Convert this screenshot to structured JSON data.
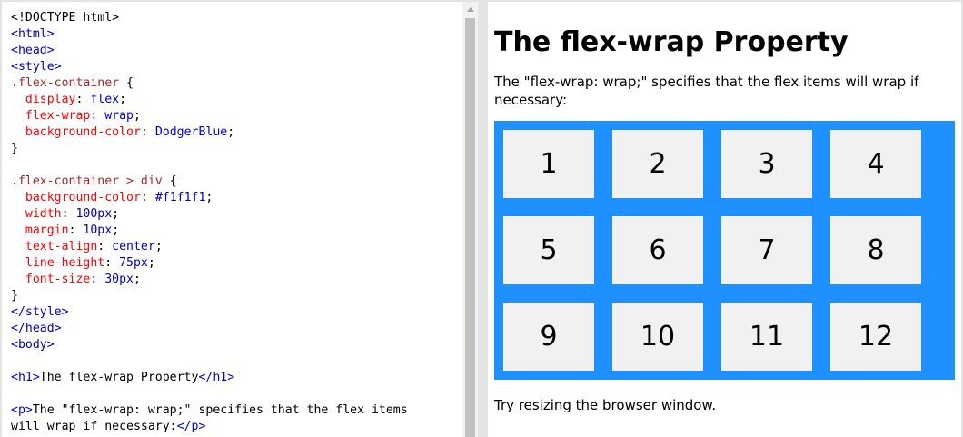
{
  "editor": {
    "colors": {
      "tag": "#0000cd",
      "selector": "#a52a2a",
      "property": "#ff0000",
      "value": "#0000cd",
      "plain": "#000000"
    },
    "lines": [
      [
        {
          "t": "<!DOCTYPE html>",
          "c": "plain"
        }
      ],
      [
        {
          "t": "<html>",
          "c": "tag"
        }
      ],
      [
        {
          "t": "<head>",
          "c": "tag"
        }
      ],
      [
        {
          "t": "<style>",
          "c": "tag"
        }
      ],
      [
        {
          "t": ".flex-container",
          "c": "selector"
        },
        {
          "t": " {",
          "c": "plain"
        }
      ],
      [
        {
          "t": "  display",
          "c": "property"
        },
        {
          "t": ": ",
          "c": "plain"
        },
        {
          "t": "flex",
          "c": "value"
        },
        {
          "t": ";",
          "c": "plain"
        }
      ],
      [
        {
          "t": "  flex-wrap",
          "c": "property"
        },
        {
          "t": ": ",
          "c": "plain"
        },
        {
          "t": "wrap",
          "c": "value"
        },
        {
          "t": ";",
          "c": "plain"
        }
      ],
      [
        {
          "t": "  background-color",
          "c": "property"
        },
        {
          "t": ": ",
          "c": "plain"
        },
        {
          "t": "DodgerBlue",
          "c": "value"
        },
        {
          "t": ";",
          "c": "plain"
        }
      ],
      [
        {
          "t": "}",
          "c": "plain"
        }
      ],
      [
        {
          "t": "",
          "c": "plain"
        }
      ],
      [
        {
          "t": ".flex-container > div",
          "c": "selector"
        },
        {
          "t": " {",
          "c": "plain"
        }
      ],
      [
        {
          "t": "  background-color",
          "c": "property"
        },
        {
          "t": ": ",
          "c": "plain"
        },
        {
          "t": "#f1f1f1",
          "c": "value"
        },
        {
          "t": ";",
          "c": "plain"
        }
      ],
      [
        {
          "t": "  width",
          "c": "property"
        },
        {
          "t": ": ",
          "c": "plain"
        },
        {
          "t": "100px",
          "c": "value"
        },
        {
          "t": ";",
          "c": "plain"
        }
      ],
      [
        {
          "t": "  margin",
          "c": "property"
        },
        {
          "t": ": ",
          "c": "plain"
        },
        {
          "t": "10px",
          "c": "value"
        },
        {
          "t": ";",
          "c": "plain"
        }
      ],
      [
        {
          "t": "  text-align",
          "c": "property"
        },
        {
          "t": ": ",
          "c": "plain"
        },
        {
          "t": "center",
          "c": "value"
        },
        {
          "t": ";",
          "c": "plain"
        }
      ],
      [
        {
          "t": "  line-height",
          "c": "property"
        },
        {
          "t": ": ",
          "c": "plain"
        },
        {
          "t": "75px",
          "c": "value"
        },
        {
          "t": ";",
          "c": "plain"
        }
      ],
      [
        {
          "t": "  font-size",
          "c": "property"
        },
        {
          "t": ": ",
          "c": "plain"
        },
        {
          "t": "30px",
          "c": "value"
        },
        {
          "t": ";",
          "c": "plain"
        }
      ],
      [
        {
          "t": "}",
          "c": "plain"
        }
      ],
      [
        {
          "t": "</style>",
          "c": "tag"
        }
      ],
      [
        {
          "t": "</head>",
          "c": "tag"
        }
      ],
      [
        {
          "t": "<body>",
          "c": "tag"
        }
      ],
      [
        {
          "t": "",
          "c": "plain"
        }
      ],
      [
        {
          "t": "<h1>",
          "c": "tag"
        },
        {
          "t": "The flex-wrap Property",
          "c": "plain"
        },
        {
          "t": "</h1>",
          "c": "tag"
        }
      ],
      [
        {
          "t": "",
          "c": "plain"
        }
      ],
      [
        {
          "t": "<p>",
          "c": "tag"
        },
        {
          "t": "The \"flex-wrap: wrap;\" specifies that the flex items",
          "c": "plain"
        }
      ],
      [
        {
          "t": "will wrap if necessary:",
          "c": "plain"
        },
        {
          "t": "</p>",
          "c": "tag"
        }
      ]
    ]
  },
  "result": {
    "title": "The flex-wrap Property",
    "description": "The \"flex-wrap: wrap;\" specifies that the flex items will wrap if necessary:",
    "items": [
      "1",
      "2",
      "3",
      "4",
      "5",
      "6",
      "7",
      "8",
      "9",
      "10",
      "11",
      "12"
    ],
    "footer": "Try resizing the browser window.",
    "container_color": "#1e90ff",
    "item_color": "#f1f1f1"
  }
}
